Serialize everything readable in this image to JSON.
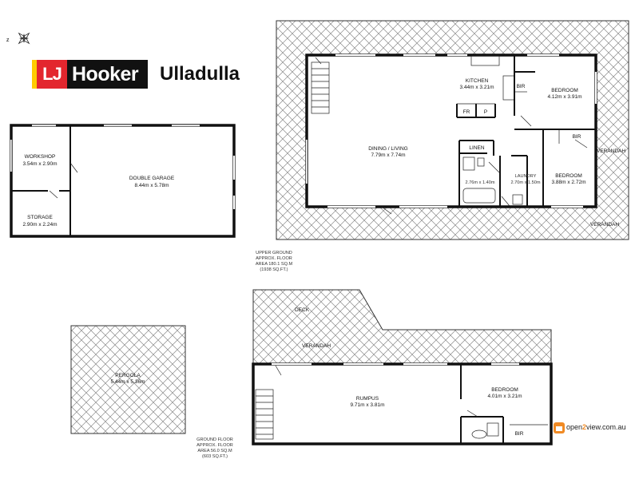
{
  "brand": {
    "logo_lj": "LJ",
    "logo_name": "Hooker",
    "office": "Ulladulla"
  },
  "upper_floor_label": [
    "UPPER GROUND",
    "APPROX. FLOOR",
    "AREA 180.1 SQ.M",
    "(1938 SQ.FT.)"
  ],
  "ground_floor_label": [
    "GROUND FLOOR",
    "APPROX. FLOOR",
    "AREA 56.0 SQ.M",
    "(603 SQ.FT.)"
  ],
  "rooms": {
    "workshop": {
      "name": "WORKSHOP",
      "size": "3.54m x 2.90m"
    },
    "storage": {
      "name": "STORAGE",
      "size": "2.90m x 2.24m"
    },
    "garage": {
      "name": "DOUBLE GARAGE",
      "size": "8.44m x 5.78m"
    },
    "kitchen": {
      "name": "KITCHEN",
      "size": "3.44m x 3.21m"
    },
    "dining": {
      "name": "DINING / LIVING",
      "size": "7.79m x 7.74m"
    },
    "bed1": {
      "name": "BEDROOM",
      "size": "4.12m x 3.91m"
    },
    "bed2": {
      "name": "BEDROOM",
      "size": "3.88m x 2.72m"
    },
    "laundry": {
      "name": "LAUNDRY",
      "size": "2.70m x 1.50m"
    },
    "bath": {
      "size": "2.76m x 1.40m"
    },
    "pergola": {
      "name": "PERGOLA",
      "size": "5.44m x 5.36m"
    },
    "rumpus": {
      "name": "RUMPUS",
      "size": "9.71m x 3.81m"
    },
    "bed3": {
      "name": "BEDROOM",
      "size": "4.01m x 3.21m"
    }
  },
  "small_labels": {
    "bir1": "BIR",
    "bir2": "BIR",
    "bir3": "BIR",
    "fr": "FR",
    "p": "P",
    "linen": "LINEN",
    "verandah1": "VERANDAH",
    "verandah2": "VERANDAH",
    "verandah3": "VERANDAH",
    "deck": "DECK"
  },
  "watermark": {
    "prefix": "open",
    "num": "2",
    "suffix": "view.com.au"
  },
  "colors": {
    "lj_red": "#e3262e",
    "lj_yellow": "#ffcc00",
    "o2v_orange": "#f08a24"
  }
}
